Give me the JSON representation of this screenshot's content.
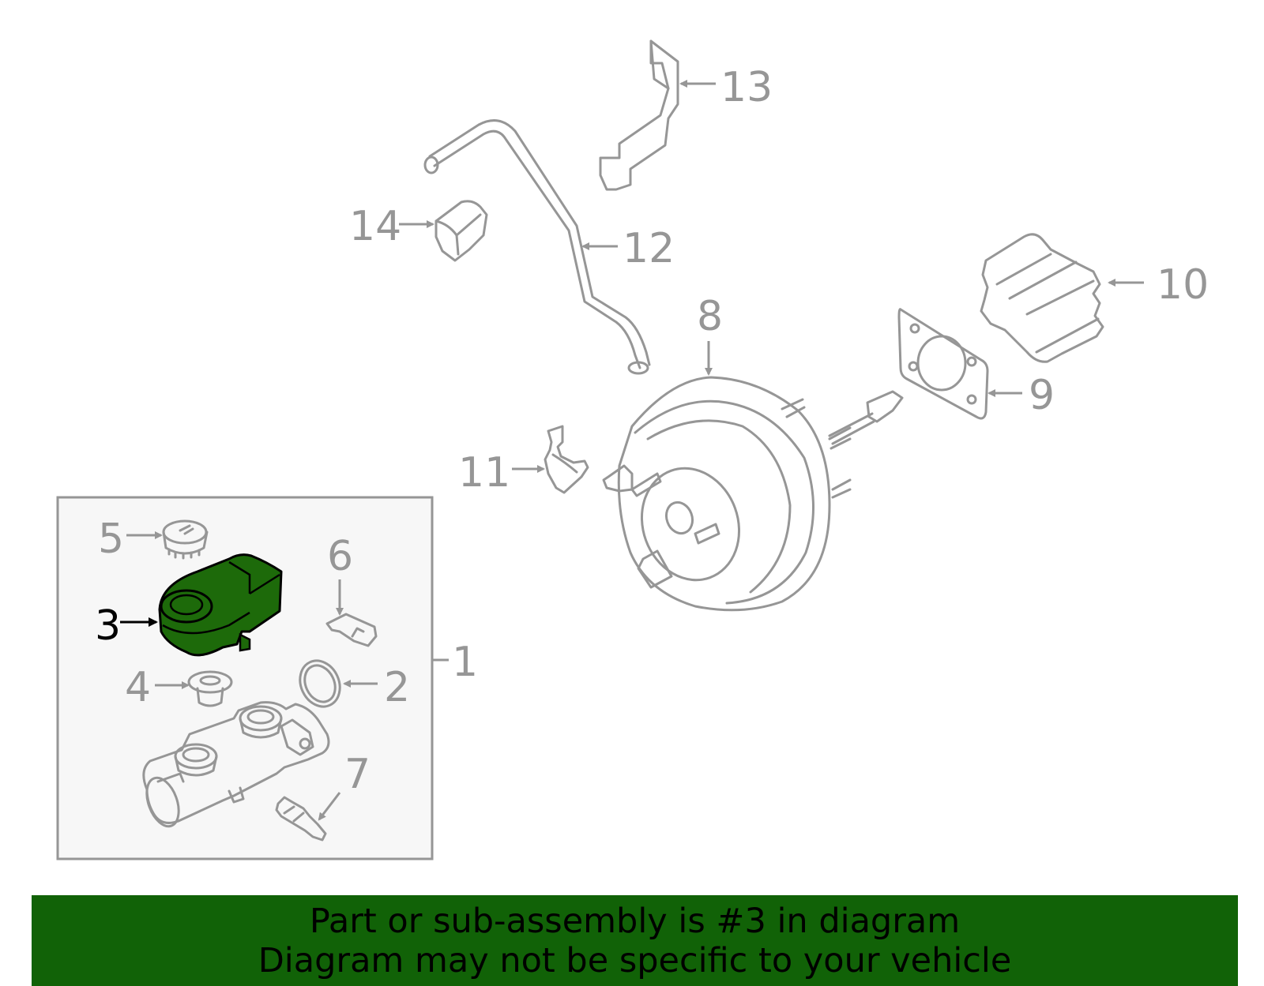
{
  "colors": {
    "line_gray": "#969696",
    "highlight_fill": "#1d6a0a",
    "banner_bg": "#116207",
    "inset_bg": "#f7f7f7"
  },
  "callouts": {
    "p1": "1",
    "p2": "2",
    "p3": "3",
    "p4": "4",
    "p5": "5",
    "p6": "6",
    "p7": "7",
    "p8": "8",
    "p9": "9",
    "p10": "10",
    "p11": "11",
    "p12": "12",
    "p13": "13",
    "p14": "14"
  },
  "selected_part": "3",
  "banner": {
    "line1": "Part or sub-assembly is #3 in diagram",
    "line2": "Diagram may not be specific to your vehicle"
  }
}
